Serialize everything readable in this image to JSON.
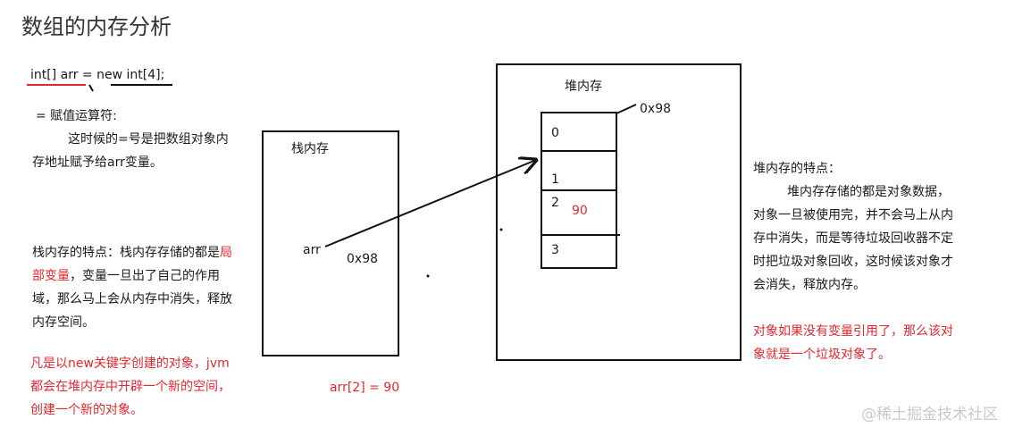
{
  "title": "数组的内存分析",
  "code": {
    "declaration": "int[] arr = new int[4];",
    "assign_op_label": "=   赋值运算符:",
    "assign_explain_1": "这时候的=号是把数组对象内",
    "assign_explain_2": "存地址赋予给arr变量。"
  },
  "stack": {
    "title": "栈内存",
    "var_name": "arr",
    "var_value": "0x98",
    "desc_prefix": "栈内存的特点：栈内存存储的都是",
    "desc_red_1": "局",
    "desc_red_2": "部变量",
    "desc_rest_1": "，变量一旦出了自己的作用",
    "desc_rest_2": "域，那么马上会从内存中消失，释放",
    "desc_rest_3": "内存空间。"
  },
  "new_note": {
    "line1": "凡是以new关键字创建的对象，jvm",
    "line2": "都会在堆内存中开辟一个新的空间，",
    "line3": "创建一个新的对象。"
  },
  "assignment": "arr[2] = 90",
  "heap": {
    "title": "堆内存",
    "address": "0x98",
    "cells": [
      {
        "index": "0",
        "value": ""
      },
      {
        "index": "1",
        "value": ""
      },
      {
        "index": "2",
        "value": "90"
      },
      {
        "index": "3",
        "value": ""
      }
    ],
    "desc_title": "堆内存的特点：",
    "desc_1": "堆内存存储的都是对象数据，",
    "desc_2": "对象一旦被使用完，并不会马上从内",
    "desc_3": "存中消失，而是等待垃圾回收器不定",
    "desc_4": "时把垃圾对象回收，这时候该对象才",
    "desc_5": "会消失，释放内存。",
    "garbage_1": "对象如果没有变量引用了，那么该对",
    "garbage_2": "象就是一个垃圾对象了。"
  },
  "watermark": "@稀土掘金技术社区"
}
